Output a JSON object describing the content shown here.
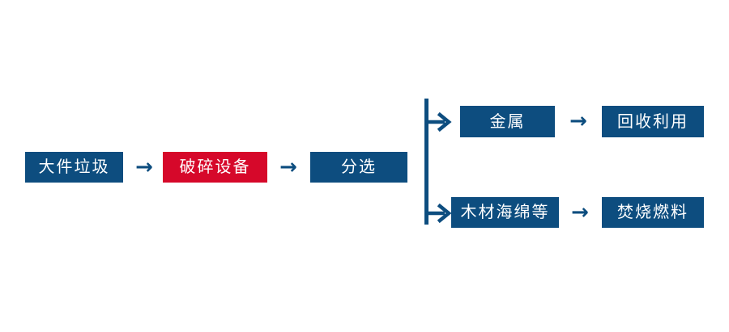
{
  "diagram": {
    "type": "flowchart",
    "orientation": "left-to-right",
    "background_color": "#ffffff",
    "colors": {
      "primary_blue": "#0d4d7f",
      "highlight_red": "#d6082a",
      "node_text": "#ffffff",
      "connector": "#0d4d7f"
    },
    "nodes": [
      {
        "id": "input",
        "label": "大件垃圾",
        "color": "blue"
      },
      {
        "id": "crusher",
        "label": "破碎设备",
        "color": "red"
      },
      {
        "id": "sorting",
        "label": "分选",
        "color": "blue"
      },
      {
        "id": "metal",
        "label": "金属",
        "color": "blue"
      },
      {
        "id": "recycle",
        "label": "回收利用",
        "color": "blue"
      },
      {
        "id": "woodsponge",
        "label": "木材海绵等",
        "color": "blue"
      },
      {
        "id": "fuel",
        "label": "焚烧燃料",
        "color": "blue"
      }
    ],
    "arrows": {
      "glyph": "→",
      "input_to_crusher": "→",
      "crusher_to_sorting": "→",
      "branch_to_metal": "→",
      "metal_to_recycle": "→",
      "branch_to_woodsponge": "→",
      "woodsponge_to_fuel": "→"
    },
    "edges": [
      {
        "from": "input",
        "to": "crusher"
      },
      {
        "from": "crusher",
        "to": "sorting"
      },
      {
        "from": "sorting",
        "to": "metal"
      },
      {
        "from": "sorting",
        "to": "woodsponge"
      },
      {
        "from": "metal",
        "to": "recycle"
      },
      {
        "from": "woodsponge",
        "to": "fuel"
      }
    ]
  }
}
